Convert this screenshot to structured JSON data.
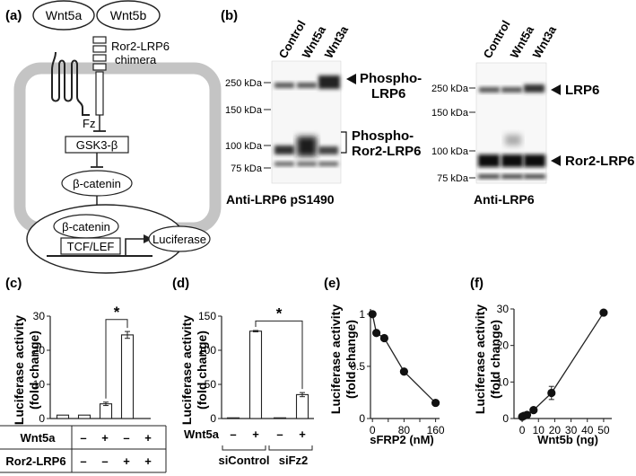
{
  "panel_a": {
    "label": "(a)",
    "wnt5a": "Wnt5a",
    "wnt5b": "Wnt5b",
    "chimera_l1": "Ror2-LRP6",
    "chimera_l2": "chimera",
    "fz": "Fz",
    "gsk": "GSK3-β",
    "bcat": "β-catenin",
    "bcat_nuc": "β-catenin",
    "tcf": "TCF/LEF",
    "luc": "Luciferase"
  },
  "panel_b": {
    "label": "(b)",
    "left_lanes": [
      "Control",
      "Wnt5a",
      "Wnt3a"
    ],
    "right_lanes": [
      "Control",
      "Wnt5a",
      "Wnt3a"
    ],
    "left_mw": [
      "250 kDa",
      "150 kDa",
      "100 kDa",
      "75 kDa"
    ],
    "right_mw": [
      "250 kDa",
      "150 kDa",
      "100 kDa",
      "75 kDa"
    ],
    "phospho_lrp6_1": "Phospho-",
    "phospho_lrp6_2": "LRP6",
    "phospho_ror2_1": "Phospho-",
    "phospho_ror2_2": "Ror2-LRP6",
    "left_caption": "Anti-LRP6  pS1490",
    "lrp6": "LRP6",
    "ror2_lrp6": "Ror2-LRP6",
    "right_caption": "Anti-LRP6"
  },
  "chart_data": [
    {
      "panel": "(c)",
      "type": "bar",
      "ylabel_1": "Luciferase activity",
      "ylabel_2": "(fold change)",
      "ylim": [
        0,
        30
      ],
      "yticks": [
        "0",
        "10",
        "20",
        "30"
      ],
      "values": [
        1,
        1,
        4.3,
        24.5
      ],
      "errors": [
        0,
        0,
        0.5,
        1.0
      ],
      "significance": "*",
      "table_rows": [
        {
          "name": "Wnt5a",
          "cells": [
            "–",
            "+",
            "–",
            "+"
          ]
        },
        {
          "name": "Ror2-LRP6",
          "cells": [
            "–",
            "–",
            "+",
            "+"
          ]
        }
      ]
    },
    {
      "panel": "(d)",
      "type": "bar",
      "ylabel_1": "Luciferase activity",
      "ylabel_2": "(fold change)",
      "ylim": [
        0,
        150
      ],
      "yticks": [
        "0",
        "50",
        "100",
        "150"
      ],
      "values": [
        1,
        128,
        1,
        35
      ],
      "errors": [
        0,
        1,
        0,
        3
      ],
      "significance": "*",
      "row_label": "Wnt5a",
      "row_cells": [
        "–",
        "+",
        "–",
        "+"
      ],
      "groups": [
        "siControl",
        "siFz2"
      ]
    },
    {
      "panel": "(e)",
      "type": "line",
      "ylabel_1": "Luciferase activity",
      "ylabel_2": "(fold change)",
      "xlabel": "sFRP2 (nM)",
      "xlim": [
        -5,
        170
      ],
      "ylim": [
        0,
        1.05
      ],
      "xticks": [
        "0",
        "40",
        "80",
        "120",
        "160"
      ],
      "yticks": [
        "0",
        "0.5",
        "1"
      ],
      "x": [
        0,
        10,
        30,
        80,
        160
      ],
      "y": [
        1.0,
        0.82,
        0.77,
        0.45,
        0.15
      ]
    },
    {
      "panel": "(f)",
      "type": "line",
      "ylabel_1": "Luciferase activity",
      "ylabel_2": "(fold change)",
      "xlabel": "Wnt5b (ng)",
      "xlim": [
        -5,
        55
      ],
      "ylim": [
        0,
        30
      ],
      "xticks": [
        "0",
        "10",
        "20",
        "30",
        "40",
        "50"
      ],
      "yticks": [
        "0",
        "10",
        "20",
        "30"
      ],
      "x": [
        0,
        1,
        3,
        7,
        18,
        50
      ],
      "y": [
        0.5,
        0.7,
        1.0,
        2.3,
        7.0,
        29.0
      ],
      "errors": [
        0,
        0,
        0,
        0.5,
        1.8,
        0.6
      ]
    }
  ]
}
